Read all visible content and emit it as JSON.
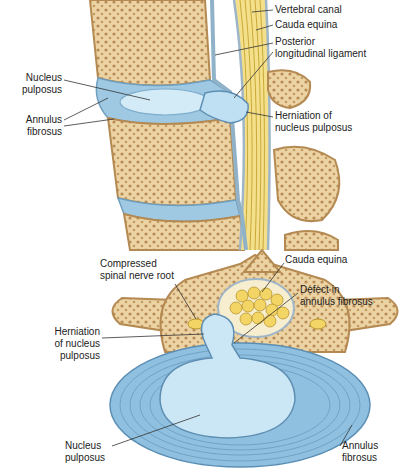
{
  "diagram": {
    "labels": [
      "Vertebral canal",
      "Cauda equina",
      "Posterior longitudinal ligament",
      "Nucleus pulposus",
      "Annulus fibrosus",
      "Herniation of nucleus pulposus",
      "Compressed spinal nerve root",
      "Cauda equina",
      "Defect in annulus fibrosus",
      "Herniation of nucleus pulposus",
      "Nucleus pulposus",
      "Annulus fibrosus"
    ]
  }
}
